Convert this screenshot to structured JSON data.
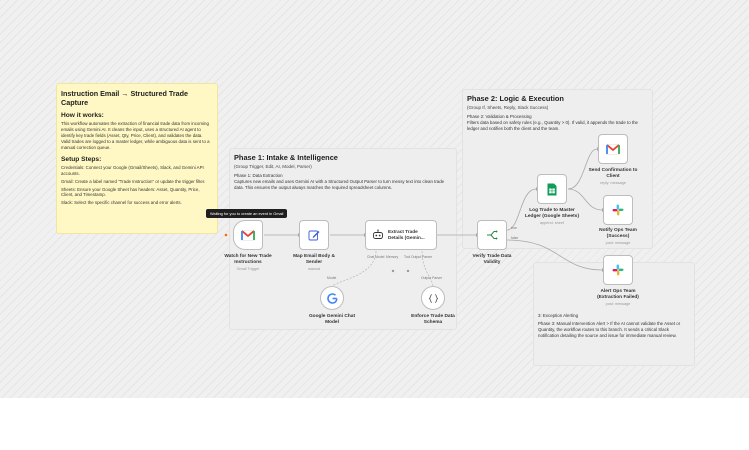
{
  "colors": {
    "gmail_red": "#ea4335",
    "sheets_green": "#0f9d58",
    "slack_purple": "#611f69",
    "edit_blue": "#3b5bdb",
    "if_green": "#2b8a3e",
    "trigger_orange": "#ff6d00"
  },
  "main_note": {
    "title": "Instruction Email → Structured Trade Capture",
    "how_heading": "How it works:",
    "how_text": "This workflow automates the extraction of financial trade data from incoming emails using Gemini AI. It cleans the input, uses a structured AI agent to identify key trade fields (Asset, Qty, Price, Client), and validates the data. Valid trades are logged to a master ledger, while ambiguous data is sent to a manual correction queue.",
    "setup_heading": "Setup Steps:",
    "setup_steps": [
      "Credentials: Connect your Google (Gmail/Sheets), Slack, and Gemini API accounts.",
      "Gmail: Create a label named \"Trade Instruction\" or update the trigger filter.",
      "Sheets: Ensure your Google Sheet has headers: Asset, Quantity, Price, Client, and Timestamp.",
      "Slack: Select the specific channel for success and error alerts."
    ]
  },
  "phase1": {
    "title": "Phase 1: Intake & Intelligence",
    "subtitle": "(Group Trigger, Edit, AI, Model, Parser)",
    "text_title": "Phase 1: Data Extraction",
    "text": "Captures new emails and uses Gemini AI with a Structured Output Parser to turn messy text into clean trade data. This ensures the output always matches the required spreadsheet columns."
  },
  "phase2": {
    "title": "Phase 2: Logic & Execution",
    "subtitle": "(Group If, Sheets, Reply, Slack Success)",
    "text_title": "Phase 2: Validation & Processing",
    "text": "Filters data based on safety rules (e.g., Quantity > 0). If valid, it appends the trade to the ledger and notifies both the client and the team."
  },
  "exception_note": {
    "title": "3: Exception Alerting",
    "text": "Phase 3: Manual Intervention Alert > If the AI cannot validate the Asset or Quantity, the workflow routes to this branch. It sends a critical Slack notification detailing the source and issue for immediate manual review."
  },
  "tooltip": "Waiting for you to create an event in Gmail",
  "nodes": {
    "watch": {
      "label": "Watch for New Trade Instructions",
      "sub": "Gmail Trigger"
    },
    "map": {
      "label": "Map Email Body & Sender",
      "sub": "manual"
    },
    "extract": {
      "label": "Extract Trade Details (Gemin...",
      "ports": [
        "Chat Model",
        "Memory",
        "Tool",
        "Output Parser"
      ]
    },
    "verify": {
      "label": "Verify Trade Data Validity",
      "true_label": "true",
      "false_label": "false"
    },
    "gemini": {
      "label": "Google Gemini Chat Model",
      "port": "Model"
    },
    "schema": {
      "label": "Enforce Trade Data Schema",
      "port": "Output Parser"
    },
    "log": {
      "label": "Log Trade to Master Ledger (Google Sheets)",
      "sub": "append: sheet"
    },
    "confirm": {
      "label": "Send Confirmation to Client",
      "sub": "reply: message"
    },
    "notify": {
      "label": "Notify Ops Team (Success)",
      "sub": "post: message"
    },
    "alert": {
      "label": "Alert Ops Team (Extraction Failed)",
      "sub": "post: message"
    }
  }
}
